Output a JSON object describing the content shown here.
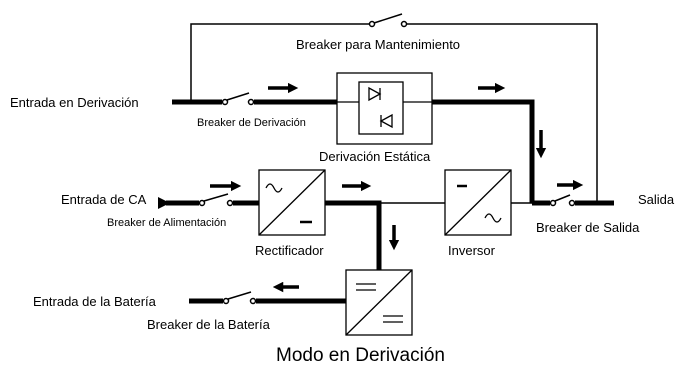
{
  "labels": {
    "maintenance_breaker": "Breaker para Mantenimiento",
    "bypass_input": "Entrada en Derivación",
    "bypass_breaker": "Breaker de Derivación",
    "static_bypass": "Derivación Estática",
    "ac_input": "Entrada de CA",
    "input_breaker": "Breaker de Alimentación",
    "rectifier": "Rectificador",
    "inverter": "Inversor",
    "output": "Salida",
    "output_breaker": "Breaker de Salida",
    "battery_input": "Entrada de la Batería",
    "battery_breaker": "Breaker de la Batería"
  },
  "title": "Modo en Derivación",
  "symbols": {
    "rectifier": {
      "top": "~",
      "bottom": "-"
    },
    "inverter": {
      "top": "-",
      "bottom": "~"
    },
    "battery_converter": {
      "top": "=",
      "bottom": "="
    }
  }
}
